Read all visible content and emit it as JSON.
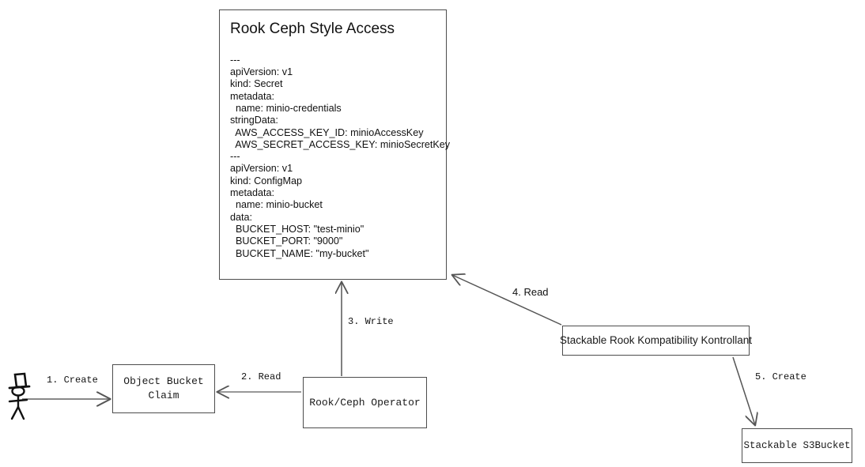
{
  "diagram": {
    "title": "Rook Ceph Style Access Diagram",
    "colors": {
      "stroke": "#4d4d4d",
      "text": "#111111",
      "edge": "#555555",
      "background": "#ffffff"
    }
  },
  "yaml_card": {
    "title": "Rook Ceph Style Access",
    "body": "---\napiVersion: v1\nkind: Secret\nmetadata:\n  name: minio-credentials\nstringData:\n  AWS_ACCESS_KEY_ID: minioAccessKey\n  AWS_SECRET_ACCESS_KEY: minioSecretKey\n---\napiVersion: v1\nkind: ConfigMap\nmetadata:\n  name: minio-bucket\ndata:\n  BUCKET_HOST: \"test-minio\"\n  BUCKET_PORT: \"9000\"\n  BUCKET_NAME: \"my-bucket\"",
    "documents": [
      {
        "apiVersion": "v1",
        "kind": "Secret",
        "metadata": {
          "name": "minio-credentials"
        },
        "stringData": {
          "AWS_ACCESS_KEY_ID": "minioAccessKey",
          "AWS_SECRET_ACCESS_KEY": "minioSecretKey"
        }
      },
      {
        "apiVersion": "v1",
        "kind": "ConfigMap",
        "metadata": {
          "name": "minio-bucket"
        },
        "data": {
          "BUCKET_HOST": "\"test-minio\"",
          "BUCKET_PORT": "\"9000\"",
          "BUCKET_NAME": "\"my-bucket\""
        }
      }
    ]
  },
  "nodes": {
    "actor": {
      "label": "",
      "icon": "stick-figure-with-top-hat"
    },
    "obc": {
      "label": "Object Bucket\nClaim"
    },
    "operator": {
      "label": "Rook/Ceph Operator"
    },
    "srkk": {
      "label": "Stackable Rook Kompatibility Kontrollant"
    },
    "s3bucket": {
      "label": "Stackable S3Bucket"
    }
  },
  "edges": [
    {
      "id": "e1",
      "label": "1. Create",
      "from": "actor",
      "to": "obc"
    },
    {
      "id": "e2",
      "label": "2. Read",
      "from": "operator",
      "to": "obc"
    },
    {
      "id": "e3",
      "label": "3. Write",
      "from": "operator",
      "to": "yaml-card"
    },
    {
      "id": "e4",
      "label": "4. Read",
      "from": "srkk",
      "to": "yaml-card"
    },
    {
      "id": "e5",
      "label": "5. Create",
      "from": "srkk",
      "to": "s3bucket"
    }
  ]
}
